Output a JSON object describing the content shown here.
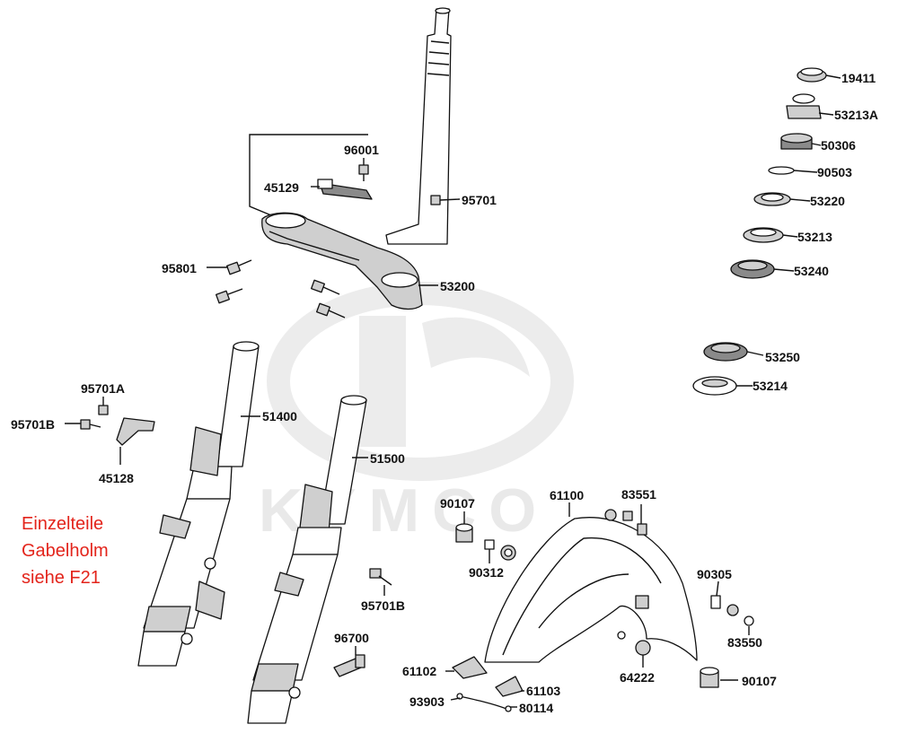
{
  "watermark": {
    "brand": "KYMCO"
  },
  "note": {
    "lines": [
      "Einzelteile",
      "Gabelholm",
      "siehe F21"
    ],
    "color": "#e3241b"
  },
  "parts": {
    "p19411": "19411",
    "p53213A": "53213A",
    "p50306": "50306",
    "p90503": "90503",
    "p53220": "53220",
    "p53213": "53213",
    "p53240": "53240",
    "p53250": "53250",
    "p53214": "53214",
    "p96001": "96001",
    "p45129": "45129",
    "p95701": "95701",
    "p95801": "95801",
    "p53200": "53200",
    "p95701A": "95701A",
    "p95701B_left": "95701B",
    "p45128": "45128",
    "p51400": "51400",
    "p51500": "51500",
    "p95701B_mid": "95701B",
    "p96700": "96700",
    "p90107_top": "90107",
    "p61100": "61100",
    "p83551": "83551",
    "p90312": "90312",
    "p90305": "90305",
    "p83550": "83550",
    "p61102": "61102",
    "p64222": "64222",
    "p90107_bottom": "90107",
    "p61103": "61103",
    "p93903": "93903",
    "p80114": "80114"
  }
}
